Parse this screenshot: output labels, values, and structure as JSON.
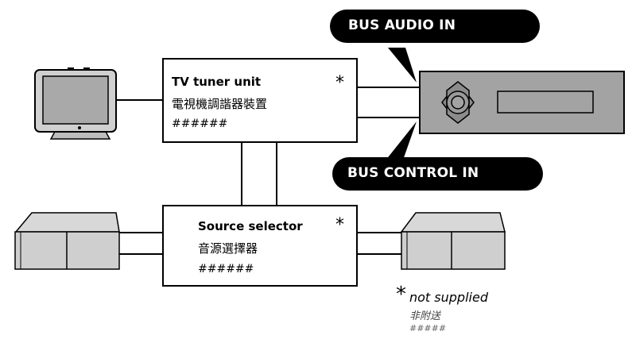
{
  "tv_tuner": {
    "title": "TV tuner unit",
    "cjk": "電視機調諧器裝置",
    "hash": "######",
    "mark": "*"
  },
  "source_selector": {
    "title": "Source selector",
    "cjk": "音源選擇器",
    "hash": "######",
    "mark": "*"
  },
  "bus_audio": {
    "label": "BUS AUDIO IN"
  },
  "bus_control": {
    "label": "BUS CONTROL IN"
  },
  "note": {
    "mark": "*",
    "text": "not supplied",
    "cjk": "非附送",
    "hash": "#####"
  },
  "colors": {
    "head_unit_fill": "#a3a3a3",
    "device_fill": "#cfcfcf",
    "pill_fill": "#000000",
    "line": "#000000"
  },
  "icons": {
    "monitor": "monitor-icon",
    "head_unit": "head-unit-icon",
    "cd_changer": "cd-changer-icon"
  }
}
